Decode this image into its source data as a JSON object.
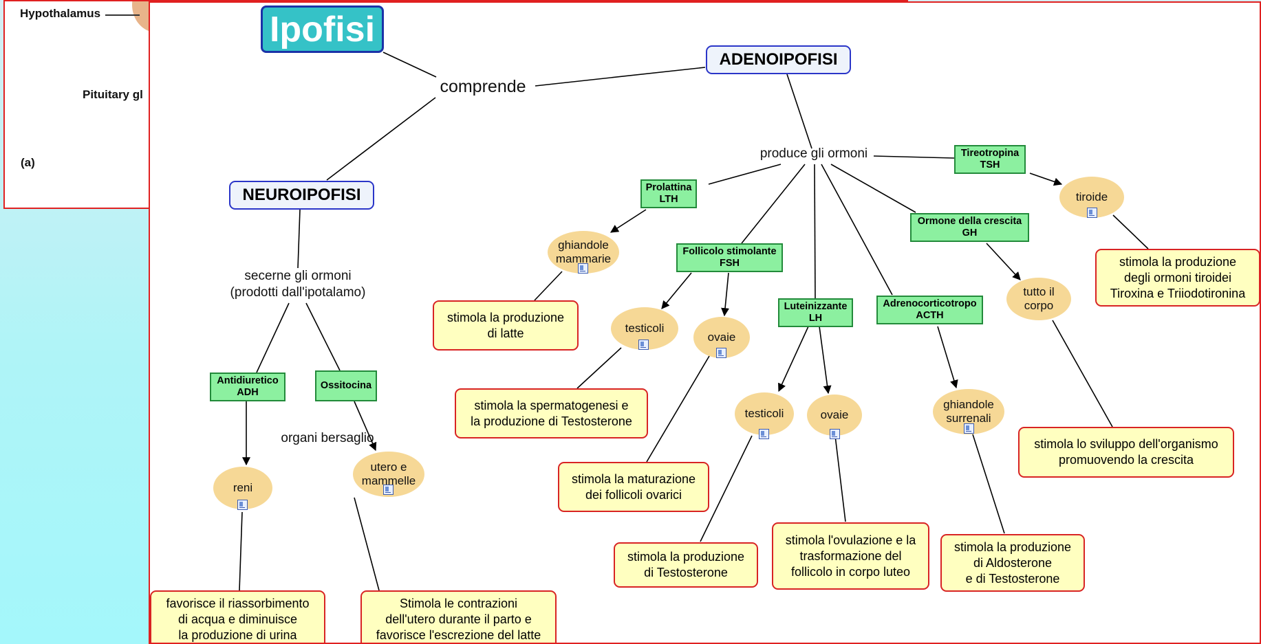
{
  "background_figure": {
    "labels": {
      "hypothalamus": "Hypothalamus",
      "pituitary": "Pituitary gl",
      "panel": "(a)"
    }
  },
  "map": {
    "title": "Ipofisi",
    "linking": {
      "comprende": "comprende",
      "produce": "produce gli ormoni",
      "secerne": "secerne gli ormoni\n(prodotti dall'ipotalamo)",
      "organi": "organi bersaglio"
    },
    "concepts": {
      "adenoipofisi": "ADENOIPOFISI",
      "neuroipofisi": "NEUROIPOFISI",
      "prolattina": "Prolattina\nLTH",
      "fsh": "Follicolo stimolante\nFSH",
      "lh": "Luteinizzante\nLH",
      "acth": "Adrenocorticotropo\nACTH",
      "gh": "Ormone della crescita\nGH",
      "tsh": "Tireotropina\nTSH",
      "adh": "Antidiuretico\nADH",
      "ossitocina": "Ossitocina",
      "mammarie": "ghiandole\nmammarie",
      "testicoli1": "testicoli",
      "ovaie1": "ovaie",
      "testicoli2": "testicoli",
      "ovaie2": "ovaie",
      "surrenali": "ghiandole\nsurrenali",
      "corpo": "tutto il\ncorpo",
      "tiroide": "tiroide",
      "reni": "reni",
      "utero": "utero e\nmammelle",
      "e_latte": "stimola la produzione\ndi latte",
      "e_sperm": "stimola la spermatogenesi e\nla produzione di Testosterone",
      "e_follicoli": "stimola la maturazione\ndei follicoli ovarici",
      "e_testo": "stimola la produzione\ndi Testosterone",
      "e_ovulaz": "stimola l'ovulazione e la\ntrasformazione del\nfollicolo in corpo luteo",
      "e_aldo": "stimola la produzione\ndi Aldosterone\ne di Testosterone",
      "e_crescita": "stimola lo sviluppo dell'organismo\npromuovendo la crescita",
      "e_tiroidei": "stimola la produzione\ndegli ormoni tiroidei\nTiroxina e Triiodotironina",
      "e_urina": "favorisce il riassorbimento\ndi acqua e diminuisce\nla produzione di urina",
      "e_contraz": "Stimola le contrazioni\ndell'utero durante il parto e\nfavorisce l'escrezione del latte"
    }
  }
}
